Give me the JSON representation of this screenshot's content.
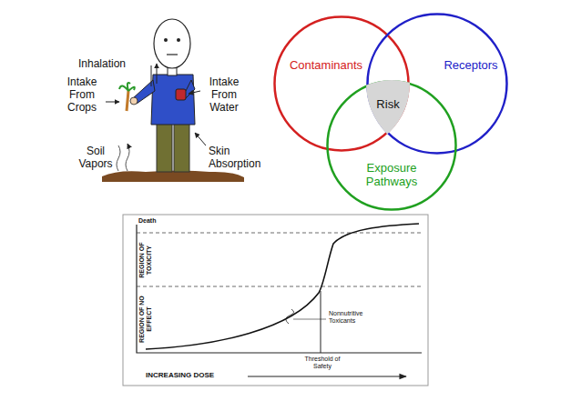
{
  "diagram": {
    "nodes": [
      {
        "text": [
          "Contaminants"
        ]
      },
      {
        "text": [
          "Receptors"
        ]
      },
      {
        "text": [
          "Exposure Pathways"
        ]
      },
      {
        "text": [
          "Risk"
        ]
      }
    ],
    "labels": [
      "Inhalation",
      "Intake From Crops",
      "Intake From Water",
      "Soil Vapors",
      "Skin Absorption",
      "Death",
      "REGION OF TOXICITY",
      "REGION OF NO EFFECT",
      "Nonnutritive Toxicants",
      "Threshold of Safety",
      "INCREASING DOSE"
    ]
  }
}
